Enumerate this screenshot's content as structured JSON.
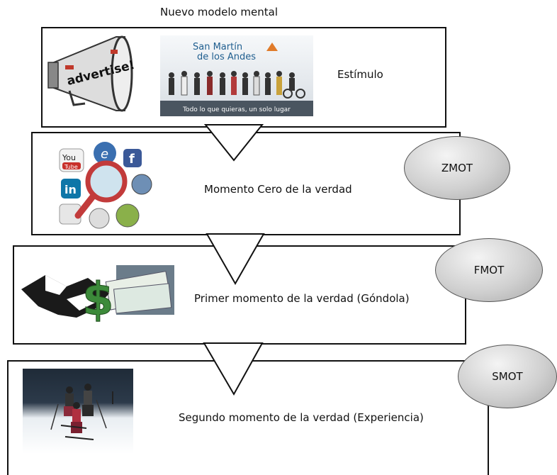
{
  "title": "Nuevo modelo mental",
  "stages": [
    {
      "label": "Estímulo",
      "badge": ""
    },
    {
      "label": "Momento Cero de la verdad",
      "badge": "ZMOT"
    },
    {
      "label": "Primer momento de la verdad (Góndola)",
      "badge": "FMOT"
    },
    {
      "label": "Segundo momento de la verdad (Experiencia)",
      "badge": "SMOT"
    }
  ],
  "images": {
    "megaphone_text": "advertise!",
    "brand_line1": "San Martín",
    "brand_line2": "de los Andes",
    "brand_tagline": "Todo lo que quieras, un solo lugar",
    "social_you": "You",
    "social_tube": "Tube",
    "social_in": "in",
    "dollar": "$"
  },
  "colors": {
    "badge_fill": "#c8c8c8",
    "brand_blue": "#1f5e8f",
    "dollar_green": "#3c8a3a"
  }
}
